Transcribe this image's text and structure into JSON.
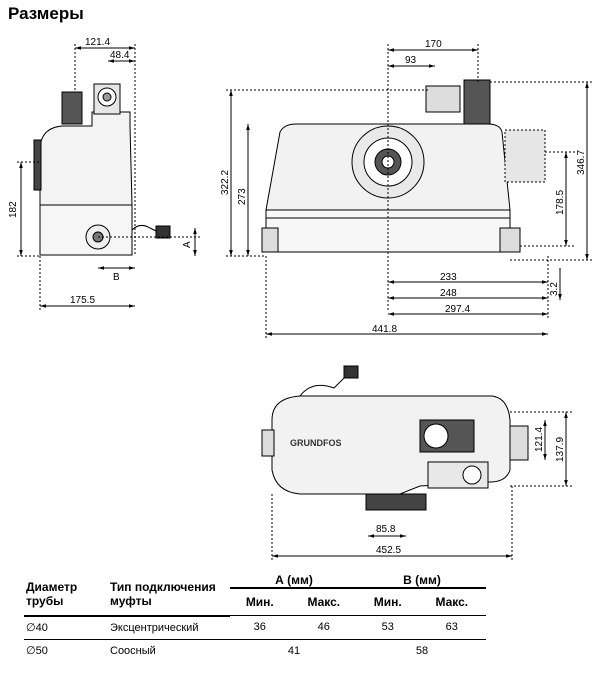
{
  "title": "Размеры",
  "dimensions": {
    "left_width": "121.4",
    "left_offset": "48.4",
    "left_height": "182",
    "left_total_width": "175.5",
    "label_a": "A",
    "label_b": "B",
    "front_width_170": "170",
    "front_93": "93",
    "front_height_322": "322.2",
    "front_height_273": "273",
    "front_height_346": "346.7",
    "front_178": "178.5",
    "front_233": "233",
    "front_248": "248",
    "front_297": "297.4",
    "front_3_2": "3.2",
    "front_441": "441.8",
    "top_121": "121.4",
    "top_137": "137.9",
    "top_85": "85.8",
    "top_452": "452.5",
    "brand": "GRUNDFOS"
  },
  "table": {
    "col_diameter": "Диаметр трубы",
    "col_type": "Тип подключения муфты",
    "col_a": "А (мм)",
    "col_b": "В (мм)",
    "min": "Мин.",
    "max": "Макс.",
    "rows": [
      {
        "diameter": "∅40",
        "type": "Эксцентрический",
        "a_min": "36",
        "a_max": "46",
        "b_min": "53",
        "b_max": "63"
      },
      {
        "diameter": "∅50",
        "type": "Соосный",
        "a": "41",
        "b": "58"
      }
    ]
  }
}
